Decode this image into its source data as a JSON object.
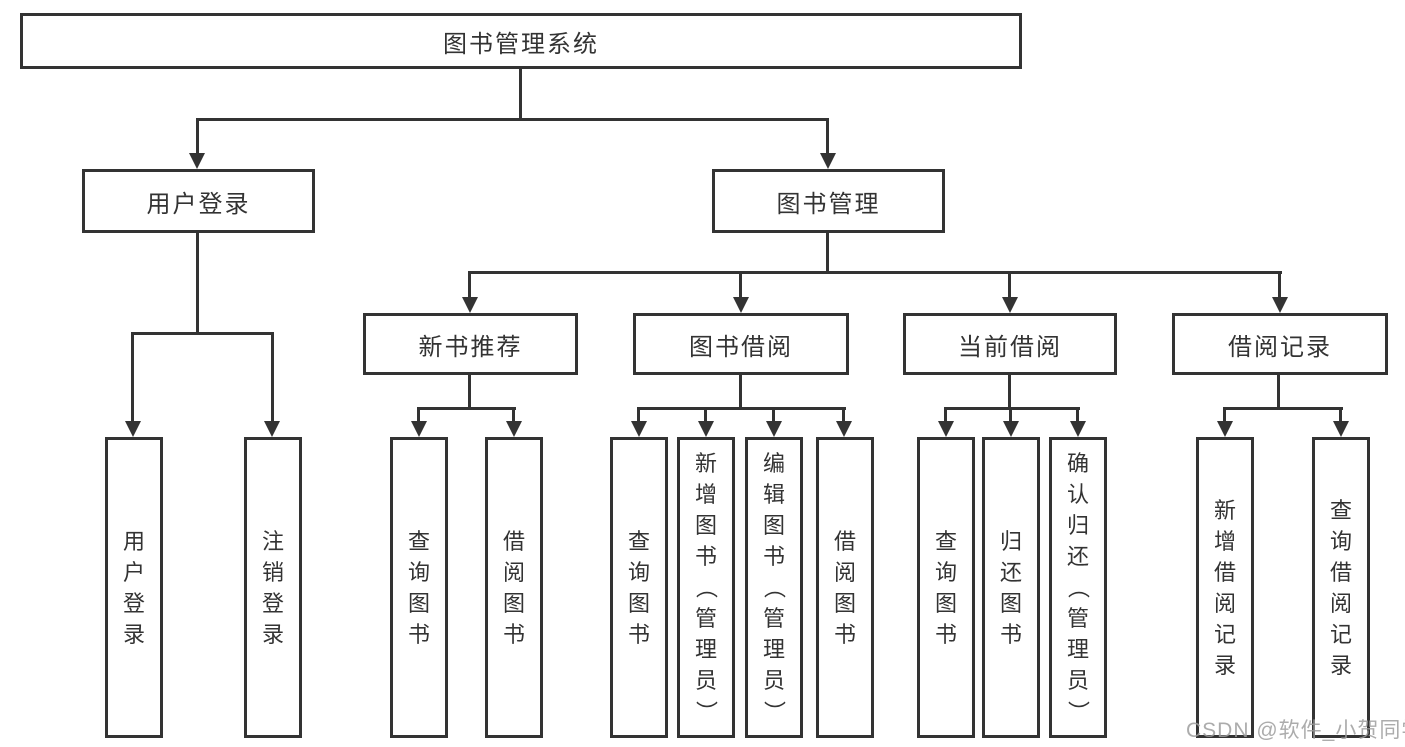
{
  "diagram": {
    "root_label": "图书管理系统",
    "level1": [
      "用户登录",
      "图书管理"
    ],
    "level2": [
      "新书推荐",
      "图书借阅",
      "当前借阅",
      "借阅记录"
    ],
    "leaves": {
      "user": [
        "用户登录",
        "注销登录"
      ],
      "newbook": [
        "查询图书",
        "借阅图书"
      ],
      "borrow": [
        "查询图书",
        "新增图书（管理员）",
        "编辑图书（管理员）",
        "借阅图书"
      ],
      "current": [
        "查询图书",
        "归还图书",
        "确认归还（管理员）"
      ],
      "record": [
        "新增借阅记录",
        "查询借阅记录"
      ]
    }
  },
  "watermark": "CSDN @软件_小贺同学",
  "colors": {
    "line": "#333333",
    "text": "#333333",
    "box_fill": "#ffffff",
    "watermark_text": "#9e9e9e",
    "background": "#ffffff"
  }
}
